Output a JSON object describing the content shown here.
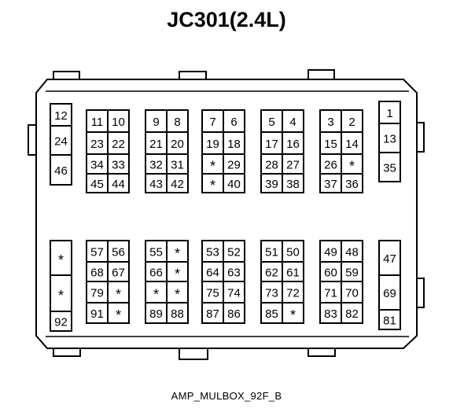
{
  "title": "JC301(2.4L)",
  "caption": "AMP_MULBOX_92F_B",
  "blocks": [
    {
      "cols": 1,
      "rows": [
        [
          "12"
        ],
        [
          "24"
        ],
        [
          "46"
        ]
      ]
    },
    {
      "cols": 2,
      "rows": [
        [
          "11",
          "10"
        ],
        [
          "23",
          "22"
        ],
        [
          "34",
          "33"
        ],
        [
          "45",
          "44"
        ]
      ]
    },
    {
      "cols": 2,
      "rows": [
        [
          "9",
          "8"
        ],
        [
          "21",
          "20"
        ],
        [
          "32",
          "31"
        ],
        [
          "43",
          "42"
        ]
      ]
    },
    {
      "cols": 2,
      "rows": [
        [
          "7",
          "6"
        ],
        [
          "19",
          "18"
        ],
        [
          "*",
          "29"
        ],
        [
          "*",
          "40"
        ]
      ]
    },
    {
      "cols": 2,
      "rows": [
        [
          "5",
          "4"
        ],
        [
          "17",
          "16"
        ],
        [
          "28",
          "27"
        ],
        [
          "39",
          "38"
        ]
      ]
    },
    {
      "cols": 2,
      "rows": [
        [
          "3",
          "2"
        ],
        [
          "15",
          "14"
        ],
        [
          "26",
          "*"
        ],
        [
          "37",
          "36"
        ]
      ]
    },
    {
      "cols": 1,
      "rows": [
        [
          "1"
        ],
        [
          "13"
        ],
        [
          "35"
        ]
      ]
    },
    {
      "cols": 1,
      "rows": [
        [
          "*"
        ],
        [
          "*"
        ],
        [
          "92"
        ]
      ]
    },
    {
      "cols": 2,
      "rows": [
        [
          "57",
          "56"
        ],
        [
          "68",
          "67"
        ],
        [
          "79",
          "*"
        ],
        [
          "91",
          "*"
        ]
      ]
    },
    {
      "cols": 2,
      "rows": [
        [
          "55",
          "*"
        ],
        [
          "66",
          "*"
        ],
        [
          "*",
          "*"
        ],
        [
          "89",
          "88"
        ]
      ]
    },
    {
      "cols": 2,
      "rows": [
        [
          "53",
          "52"
        ],
        [
          "64",
          "63"
        ],
        [
          "75",
          "74"
        ],
        [
          "87",
          "86"
        ]
      ]
    },
    {
      "cols": 2,
      "rows": [
        [
          "51",
          "50"
        ],
        [
          "62",
          "61"
        ],
        [
          "73",
          "72"
        ],
        [
          "85",
          "*"
        ]
      ]
    },
    {
      "cols": 2,
      "rows": [
        [
          "49",
          "48"
        ],
        [
          "60",
          "59"
        ],
        [
          "71",
          "70"
        ],
        [
          "83",
          "82"
        ]
      ]
    },
    {
      "cols": 1,
      "rows": [
        [
          "47"
        ],
        [
          "69"
        ],
        [
          "81"
        ]
      ]
    }
  ]
}
